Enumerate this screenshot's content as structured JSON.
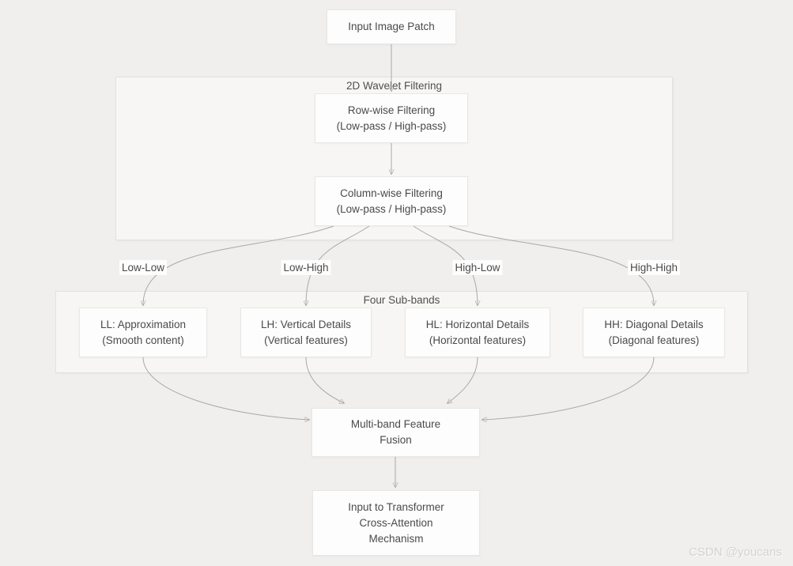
{
  "colors": {
    "page_background": "#f0efed",
    "container_background": "#f7f6f5",
    "container_border": "#e2e1df",
    "node_background": "#fdfdfd",
    "node_border": "#e8e7e5",
    "edge_line": "#a9a8a6",
    "arrowhead": "#8d8c8a",
    "text": "#4a4a4a",
    "watermark_text": "#d3d2d0"
  },
  "containers": {
    "wavelet": {
      "title": "2D Wavelet Filtering"
    },
    "subbands": {
      "title": "Four Sub-bands"
    }
  },
  "nodes": {
    "input_patch": {
      "lines": [
        "Input Image Patch"
      ]
    },
    "row_filter": {
      "lines": [
        "Row-wise Filtering",
        "(Low-pass / High-pass)"
      ]
    },
    "col_filter": {
      "lines": [
        "Column-wise Filtering",
        "(Low-pass / High-pass)"
      ]
    },
    "ll": {
      "lines": [
        "LL: Approximation",
        "(Smooth content)"
      ]
    },
    "lh": {
      "lines": [
        "LH: Vertical Details",
        "(Vertical features)"
      ]
    },
    "hl": {
      "lines": [
        "HL: Horizontal Details",
        "(Horizontal features)"
      ]
    },
    "hh": {
      "lines": [
        "HH: Diagonal Details",
        "(Diagonal features)"
      ]
    },
    "fusion": {
      "lines": [
        "Multi-band Feature",
        "Fusion"
      ]
    },
    "transformer": {
      "lines": [
        "Input to Transformer",
        "Cross-Attention",
        "Mechanism"
      ]
    }
  },
  "edge_labels": {
    "ll": "Low-Low",
    "lh": "Low-High",
    "hl": "High-Low",
    "hh": "High-High"
  },
  "edges": [
    {
      "from": "input_patch",
      "to": "row_filter",
      "label": ""
    },
    {
      "from": "row_filter",
      "to": "col_filter",
      "label": ""
    },
    {
      "from": "col_filter",
      "to": "ll",
      "label": "Low-Low"
    },
    {
      "from": "col_filter",
      "to": "lh",
      "label": "Low-High"
    },
    {
      "from": "col_filter",
      "to": "hl",
      "label": "High-Low"
    },
    {
      "from": "col_filter",
      "to": "hh",
      "label": "High-High"
    },
    {
      "from": "ll",
      "to": "fusion",
      "label": ""
    },
    {
      "from": "lh",
      "to": "fusion",
      "label": ""
    },
    {
      "from": "hl",
      "to": "fusion",
      "label": ""
    },
    {
      "from": "hh",
      "to": "fusion",
      "label": ""
    },
    {
      "from": "fusion",
      "to": "transformer",
      "label": ""
    }
  ],
  "watermark": "CSDN @youcans"
}
